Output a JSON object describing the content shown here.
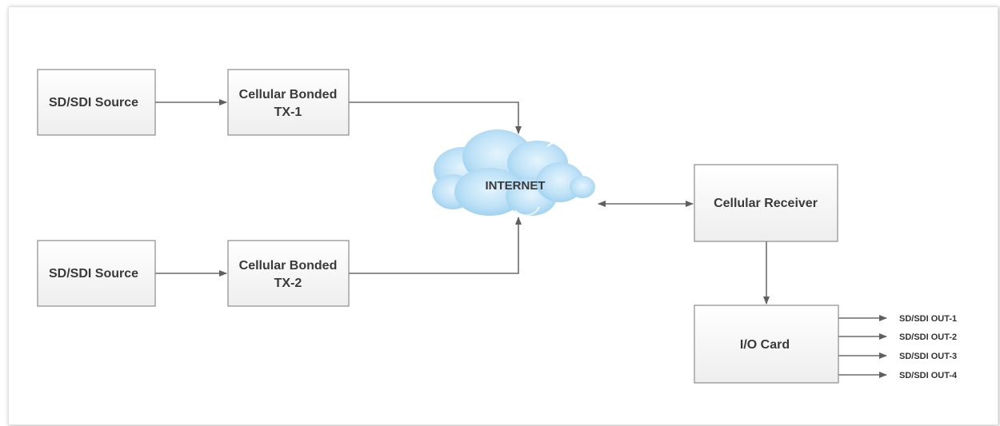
{
  "diagram": {
    "sources": [
      "SD/SDI Source",
      "SD/SDI Source"
    ],
    "transmitters": [
      [
        "Cellular Bonded",
        "TX-1"
      ],
      [
        "Cellular Bonded",
        "TX-2"
      ]
    ],
    "internet_label": "INTERNET",
    "receiver_label": "Cellular Receiver",
    "io_card_label": "I/O Card",
    "outputs": [
      "SD/SDI OUT-1",
      "SD/SDI OUT-2",
      "SD/SDI OUT-3",
      "SD/SDI OUT-4"
    ]
  }
}
